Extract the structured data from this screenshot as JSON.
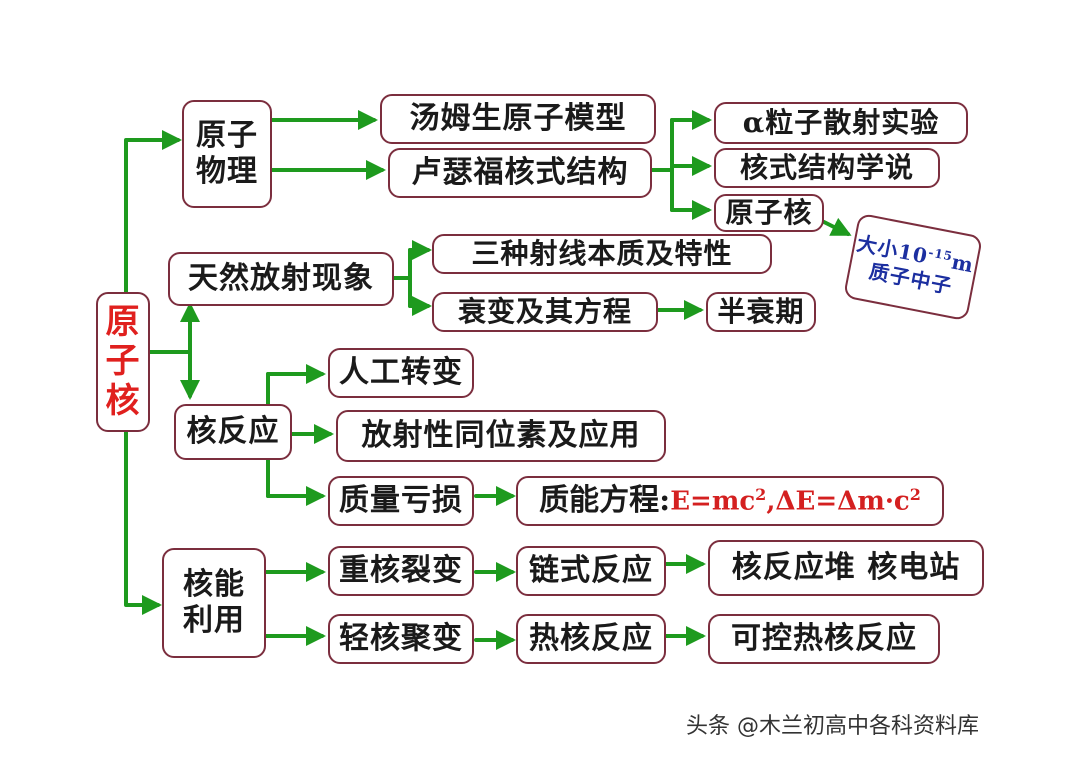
{
  "diagram": {
    "root": {
      "chars": [
        "原",
        "子",
        "核"
      ]
    },
    "atomic_physics": {
      "lines": [
        "原子",
        "物理"
      ],
      "thomson_model": "汤姆生原子模型",
      "rutherford_model": "卢瑟福核式结构",
      "alpha_scattering": "α粒子散射实验",
      "nuclear_theory": "核式结构学说",
      "nucleus": "原子核",
      "scale_note": {
        "size_prefix": "大小10",
        "exponent": "-15",
        "unit": "m",
        "composition": "质子中子"
      }
    },
    "natural_radioactivity": {
      "label": "天然放射现象",
      "three_rays": "三种射线本质及特性",
      "decay_equation": "衰变及其方程",
      "half_life": "半衰期"
    },
    "nuclear_reaction": {
      "label": "核反应",
      "artificial_transmutation": "人工转变",
      "radioisotopes": "放射性同位素及应用",
      "mass_defect": "质量亏损",
      "mass_energy_label": "质能方程:",
      "formula_a": "E=mc",
      "formula_sep": ",ΔE=Δm·c",
      "exponent_2": "2"
    },
    "nuclear_energy": {
      "lines": [
        "核能",
        "利用"
      ],
      "fission": "重核裂变",
      "chain_reaction": "链式反应",
      "reactor": "核反应堆 核电站",
      "fusion": "轻核聚变",
      "thermonuclear": "热核反应",
      "controlled_fusion": "可控热核反应"
    }
  },
  "watermark": "头条 @木兰初高中各科资料库",
  "colors": {
    "connector": "#1e9a1e",
    "node_border": "#7b2e3e",
    "root_text": "#e0201e",
    "formula_text": "#d42020",
    "note_text": "#1c2fa0"
  }
}
